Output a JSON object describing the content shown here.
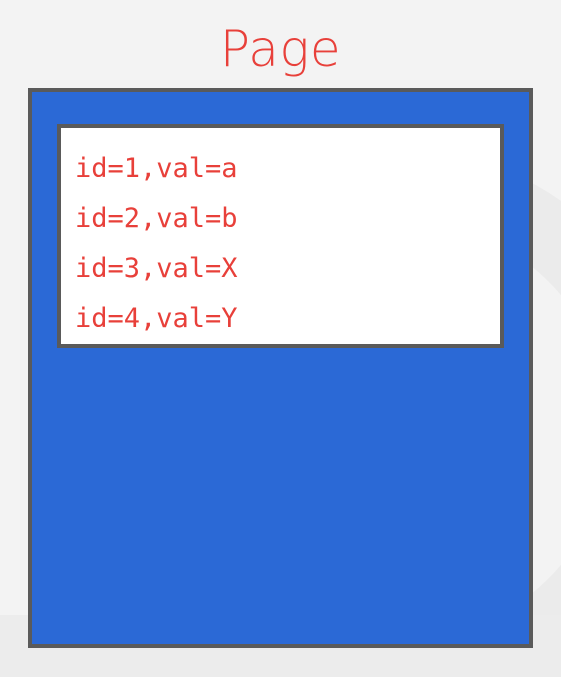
{
  "title": "Page",
  "records": [
    "id=1,val=a",
    "id=2,val=b",
    "id=3,val=X",
    "id=4,val=Y"
  ],
  "colors": {
    "title": "#e8403a",
    "page_fill": "#2b69d6",
    "border": "#5a5a5a",
    "record_text": "#e8403a",
    "records_fill": "#ffffff"
  }
}
